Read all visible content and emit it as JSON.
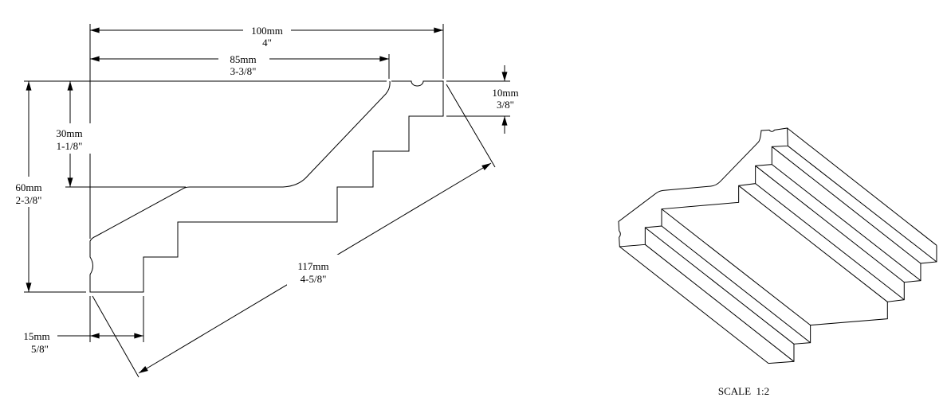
{
  "drawing": {
    "dimensions": {
      "overall_width": {
        "metric": "100mm",
        "imperial": "4\""
      },
      "inner_width": {
        "metric": "85mm",
        "imperial": "3-3/8\""
      },
      "top_lip": {
        "metric": "10mm",
        "imperial": "3/8\""
      },
      "ceiling_drop": {
        "metric": "30mm",
        "imperial": "1-1/8\""
      },
      "overall_height": {
        "metric": "60mm",
        "imperial": "2-3/8\""
      },
      "bottom_lip": {
        "metric": "15mm",
        "imperial": "5/8\""
      },
      "diagonal": {
        "metric": "117mm",
        "imperial": "4-5/8\""
      }
    },
    "scale_label": "SCALE  1:2"
  },
  "colors": {
    "line": "#000000",
    "background": "#ffffff"
  }
}
